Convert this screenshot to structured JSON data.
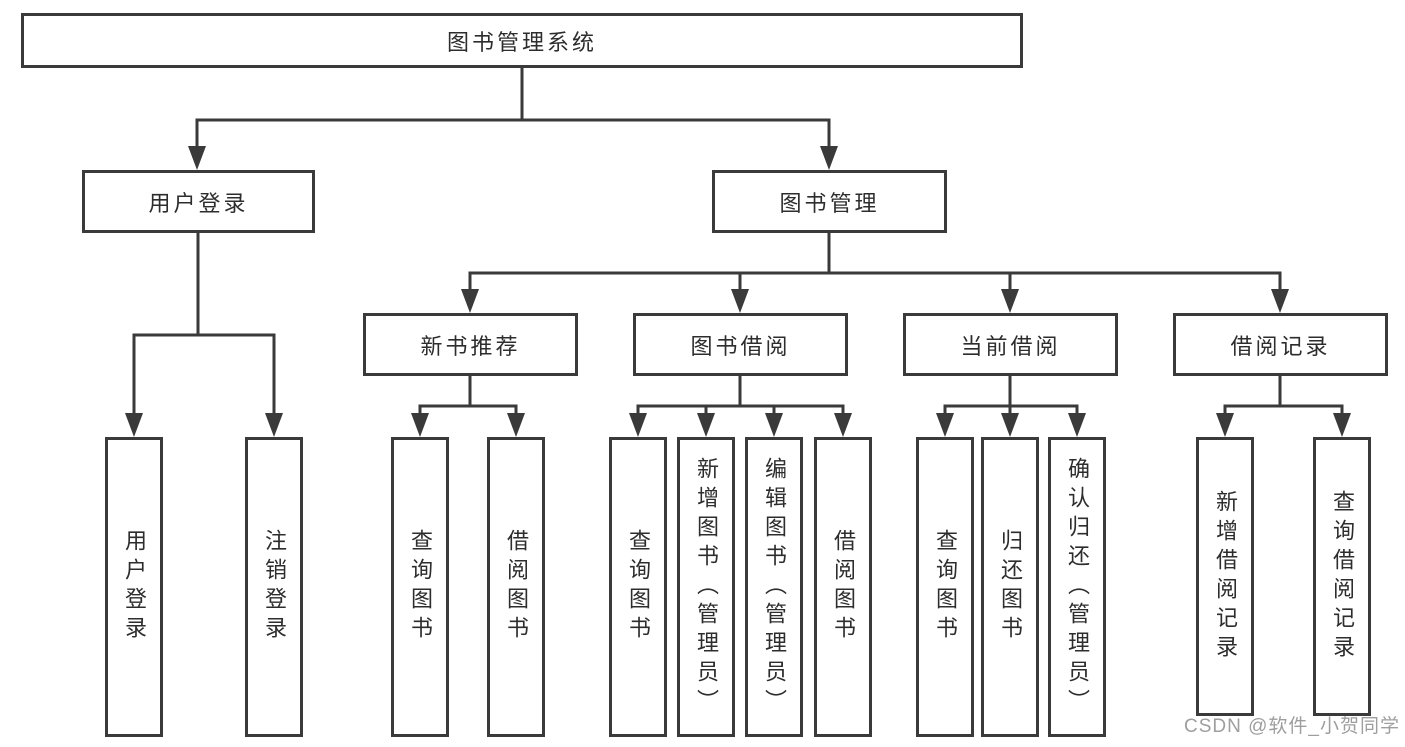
{
  "diagram": {
    "title_node": {
      "label": "图书管理系统"
    },
    "level2": [
      {
        "label": "用户登录"
      },
      {
        "label": "图书管理"
      }
    ],
    "level3": [
      {
        "label": "新书推荐"
      },
      {
        "label": "图书借阅"
      },
      {
        "label": "当前借阅"
      },
      {
        "label": "借阅记录"
      }
    ],
    "leaves": [
      {
        "label": "用户登录",
        "parent": "用户登录"
      },
      {
        "label": "注销登录",
        "parent": "用户登录"
      },
      {
        "label": "查询图书",
        "parent": "新书推荐"
      },
      {
        "label": "借阅图书",
        "parent": "新书推荐"
      },
      {
        "label": "查询图书",
        "parent": "图书借阅"
      },
      {
        "label": "新增图书（管理员）",
        "parent": "图书借阅"
      },
      {
        "label": "编辑图书（管理员）",
        "parent": "图书借阅"
      },
      {
        "label": "借阅图书",
        "parent": "图书借阅"
      },
      {
        "label": "查询图书",
        "parent": "当前借阅"
      },
      {
        "label": "归还图书",
        "parent": "当前借阅"
      },
      {
        "label": "确认归还（管理员）",
        "parent": "当前借阅"
      },
      {
        "label": "新增借阅记录",
        "parent": "借阅记录"
      },
      {
        "label": "查询借阅记录",
        "parent": "借阅记录"
      }
    ],
    "watermark": "CSDN @软件_小贺同学"
  },
  "colors": {
    "line": "#3a3a3a",
    "text": "#2d2d2d",
    "watermark": "#9e9e9e",
    "background": "#ffffff"
  }
}
